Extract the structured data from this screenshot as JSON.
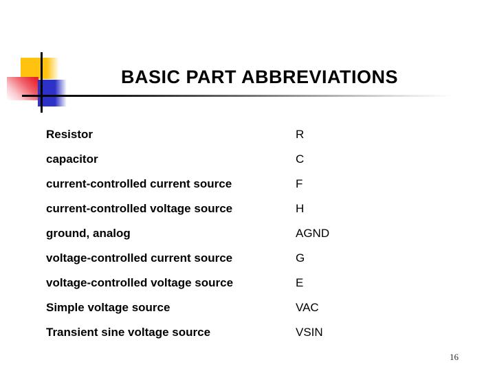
{
  "slide": {
    "title": "BASIC PART ABBREVIATIONS",
    "page_number": "16",
    "rows": [
      {
        "name": "Resistor",
        "abbr": "R"
      },
      {
        "name": "capacitor",
        "abbr": "C"
      },
      {
        "name": "current-controlled current source",
        "abbr": "F"
      },
      {
        "name": "current-controlled voltage source",
        "abbr": "H"
      },
      {
        "name": "ground, analog",
        "abbr": "AGND"
      },
      {
        "name": "voltage-controlled current source",
        "abbr": "G"
      },
      {
        "name": "voltage-controlled voltage source",
        "abbr": "E"
      },
      {
        "name": "Simple voltage source",
        "abbr": "VAC"
      },
      {
        "name": "Transient sine voltage source",
        "abbr": "VSIN"
      }
    ],
    "colors": {
      "yellow": "#FFC20E",
      "red": "#E8222C",
      "blue": "#2E31C8",
      "line": "#000000",
      "title_text": "#000000"
    }
  }
}
